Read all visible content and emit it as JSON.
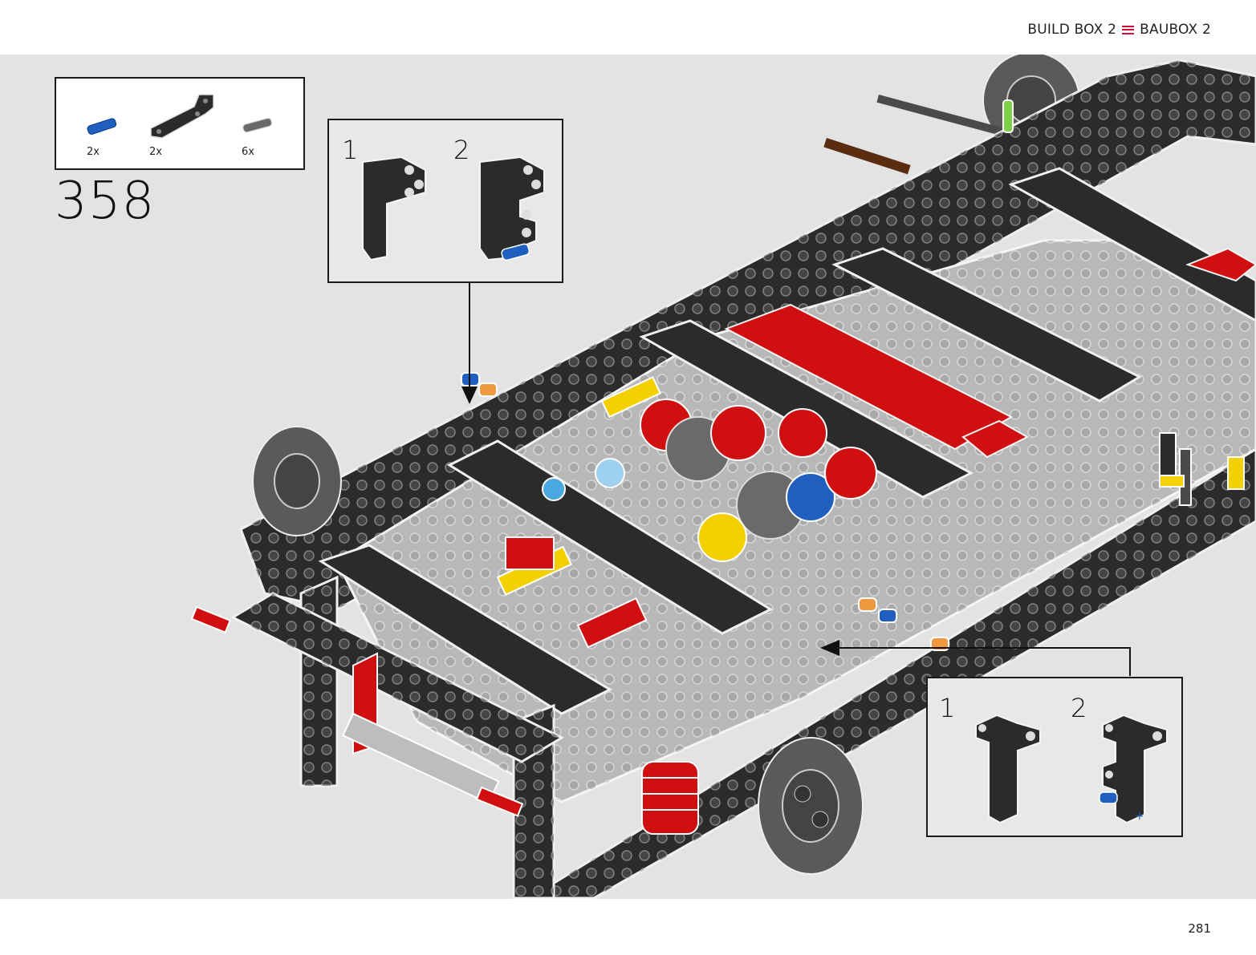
{
  "header": {
    "build_box_label": "BUILD BOX 2",
    "baubox_label": "BAUBOX 2",
    "menu_icon": "menu-lines-icon"
  },
  "parts_list": {
    "items": [
      {
        "name": "blue-axle-pin-icon",
        "quantity": "2x"
      },
      {
        "name": "black-bent-liftarm-icon",
        "quantity": "2x"
      },
      {
        "name": "grey-pin-icon",
        "quantity": "6x"
      }
    ]
  },
  "step": {
    "number": "358"
  },
  "callout_top": {
    "steps": [
      {
        "number": "1"
      },
      {
        "number": "2"
      }
    ]
  },
  "callout_bottom": {
    "steps": [
      {
        "number": "1"
      },
      {
        "number": "2"
      }
    ]
  },
  "footer": {
    "page_number": "281"
  },
  "colors": {
    "background": "#e3e3e3",
    "brand_accent": "#d0103a",
    "beam_black": "#2b2b2b",
    "beam_grey": "#a8a8a8",
    "part_red": "#d01010",
    "part_yellow": "#f5d000",
    "part_blue": "#1e5fc0"
  }
}
